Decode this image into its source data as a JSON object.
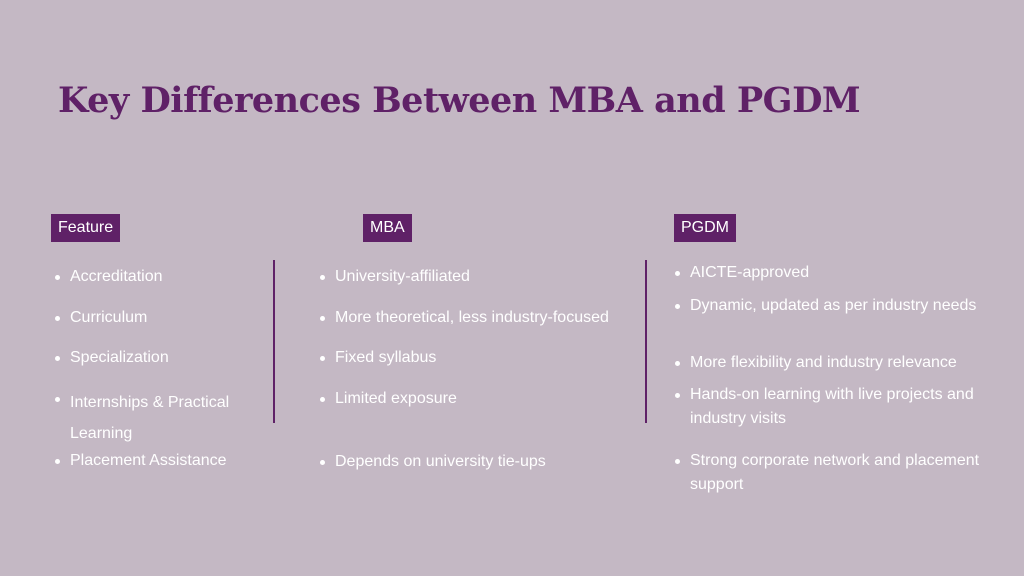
{
  "title": "Key Differences Between MBA and PGDM",
  "columns": {
    "feature": {
      "header": "Feature",
      "items": [
        "Accreditation",
        "Curriculum",
        "Specialization",
        "Internships & Practical Learning",
        "Placement Assistance"
      ]
    },
    "mba": {
      "header": "MBA",
      "items": [
        "University-affiliated",
        "More theoretical, less industry-focused",
        "Fixed syllabus",
        "Limited exposure",
        "Depends on university tie-ups"
      ]
    },
    "pgdm": {
      "header": "PGDM",
      "items": [
        "AICTE-approved",
        "Dynamic, updated as per industry needs",
        "More flexibility and industry relevance",
        "Hands-on learning with live projects and industry visits",
        "Strong corporate network and placement support"
      ]
    }
  },
  "colors": {
    "background": "#c4b8c4",
    "accent": "#5f2167",
    "text": "#ffffff"
  }
}
